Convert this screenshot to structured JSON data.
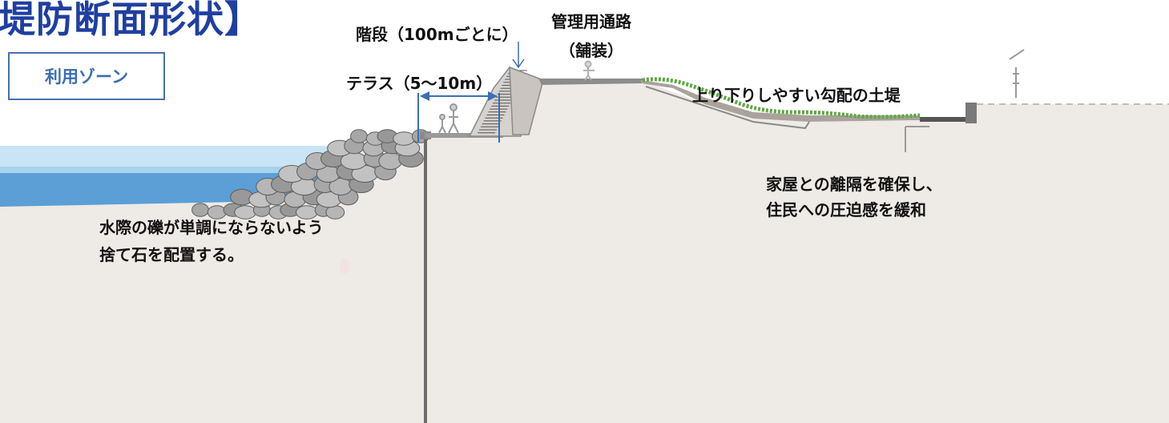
{
  "title": "堤防断面形状】",
  "zone_label": "利用ゾーン",
  "labels": {
    "stairs": "階段（100mごとに）",
    "road_line1": "管理用通路",
    "road_line2": "（舗装）",
    "terrace": "テラス（5〜10m）",
    "slope": "上り下りしやすい勾配の土堤",
    "house_line1": "家屋との離隔を確保し、",
    "house_line2": "住民への圧迫感を緩和",
    "stone_line1": "水際の礫が単調にならないよう",
    "stone_line2": "捨て石を配置する。"
  },
  "colors": {
    "title": "#1f3fa0",
    "zone_text": "#3b6db3",
    "zone_border": "#4a6fb0",
    "ground": "#eeeae6",
    "water": "#5b9fd6",
    "water_light": "#bfe0f3",
    "arrow": "#3b6db3",
    "grass": "#5fa845"
  }
}
